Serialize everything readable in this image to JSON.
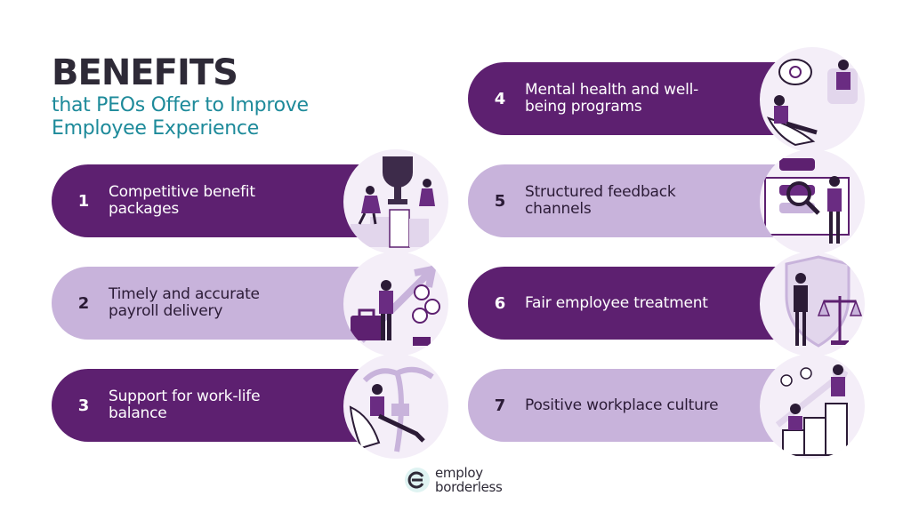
{
  "heading": {
    "title": "BENEFITS",
    "subtitle_line1": "that PEOs Offer to Improve",
    "subtitle_line2": "Employee Experience"
  },
  "items": [
    {
      "number": "1",
      "label": "Competitive benefit packages"
    },
    {
      "number": "2",
      "label": "Timely and accurate payroll delivery"
    },
    {
      "number": "3",
      "label": "Support for work-life balance"
    },
    {
      "number": "4",
      "label": "Mental health and well-being programs"
    },
    {
      "number": "5",
      "label": "Structured feedback channels"
    },
    {
      "number": "6",
      "label": "Fair employee treatment"
    },
    {
      "number": "7",
      "label": "Positive workplace culture"
    }
  ],
  "logo": {
    "line1": "employ",
    "line2": "borderless"
  },
  "colors": {
    "dark_purple": "#5d2070",
    "light_purple": "#c8b3db",
    "teal": "#1d8a9a",
    "title": "#2e2a37"
  }
}
